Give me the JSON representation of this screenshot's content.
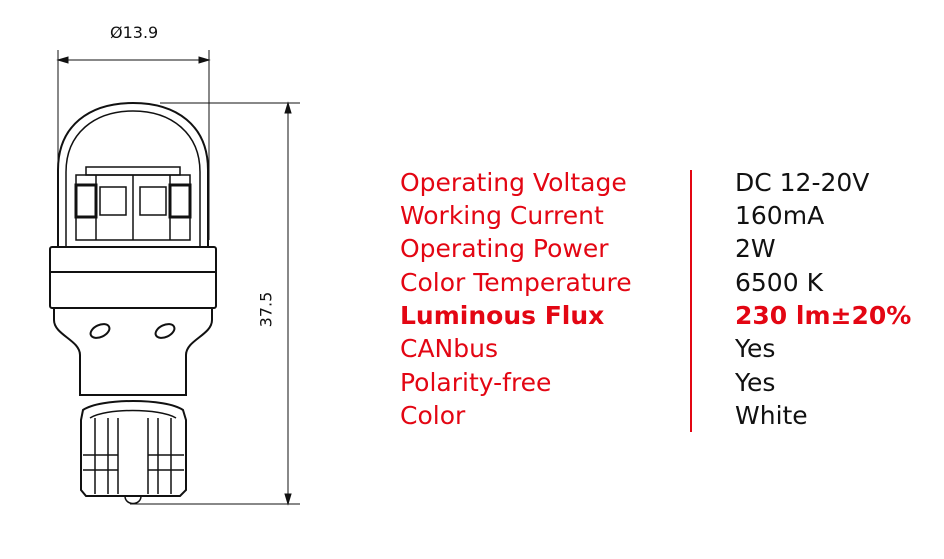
{
  "dimensions": {
    "diameter": "Ø13.9",
    "length": "37.5"
  },
  "specs": [
    {
      "label": "Operating Voltage",
      "value": "DC 12-20V",
      "bold": false
    },
    {
      "label": "Working Current",
      "value": "160mA",
      "bold": false
    },
    {
      "label": "Operating Power",
      "value": "2W",
      "bold": false
    },
    {
      "label": "Color Temperature",
      "value": "6500 K",
      "bold": false
    },
    {
      "label": "Luminous Flux",
      "value": "230 lm±20%",
      "bold": true
    },
    {
      "label": "CANbus",
      "value": "Yes",
      "bold": false
    },
    {
      "label": "Polarity-free",
      "value": "Yes",
      "bold": false
    },
    {
      "label": "Color",
      "value": "White",
      "bold": false
    }
  ],
  "colors": {
    "accent": "#e30613",
    "text": "#111111"
  }
}
